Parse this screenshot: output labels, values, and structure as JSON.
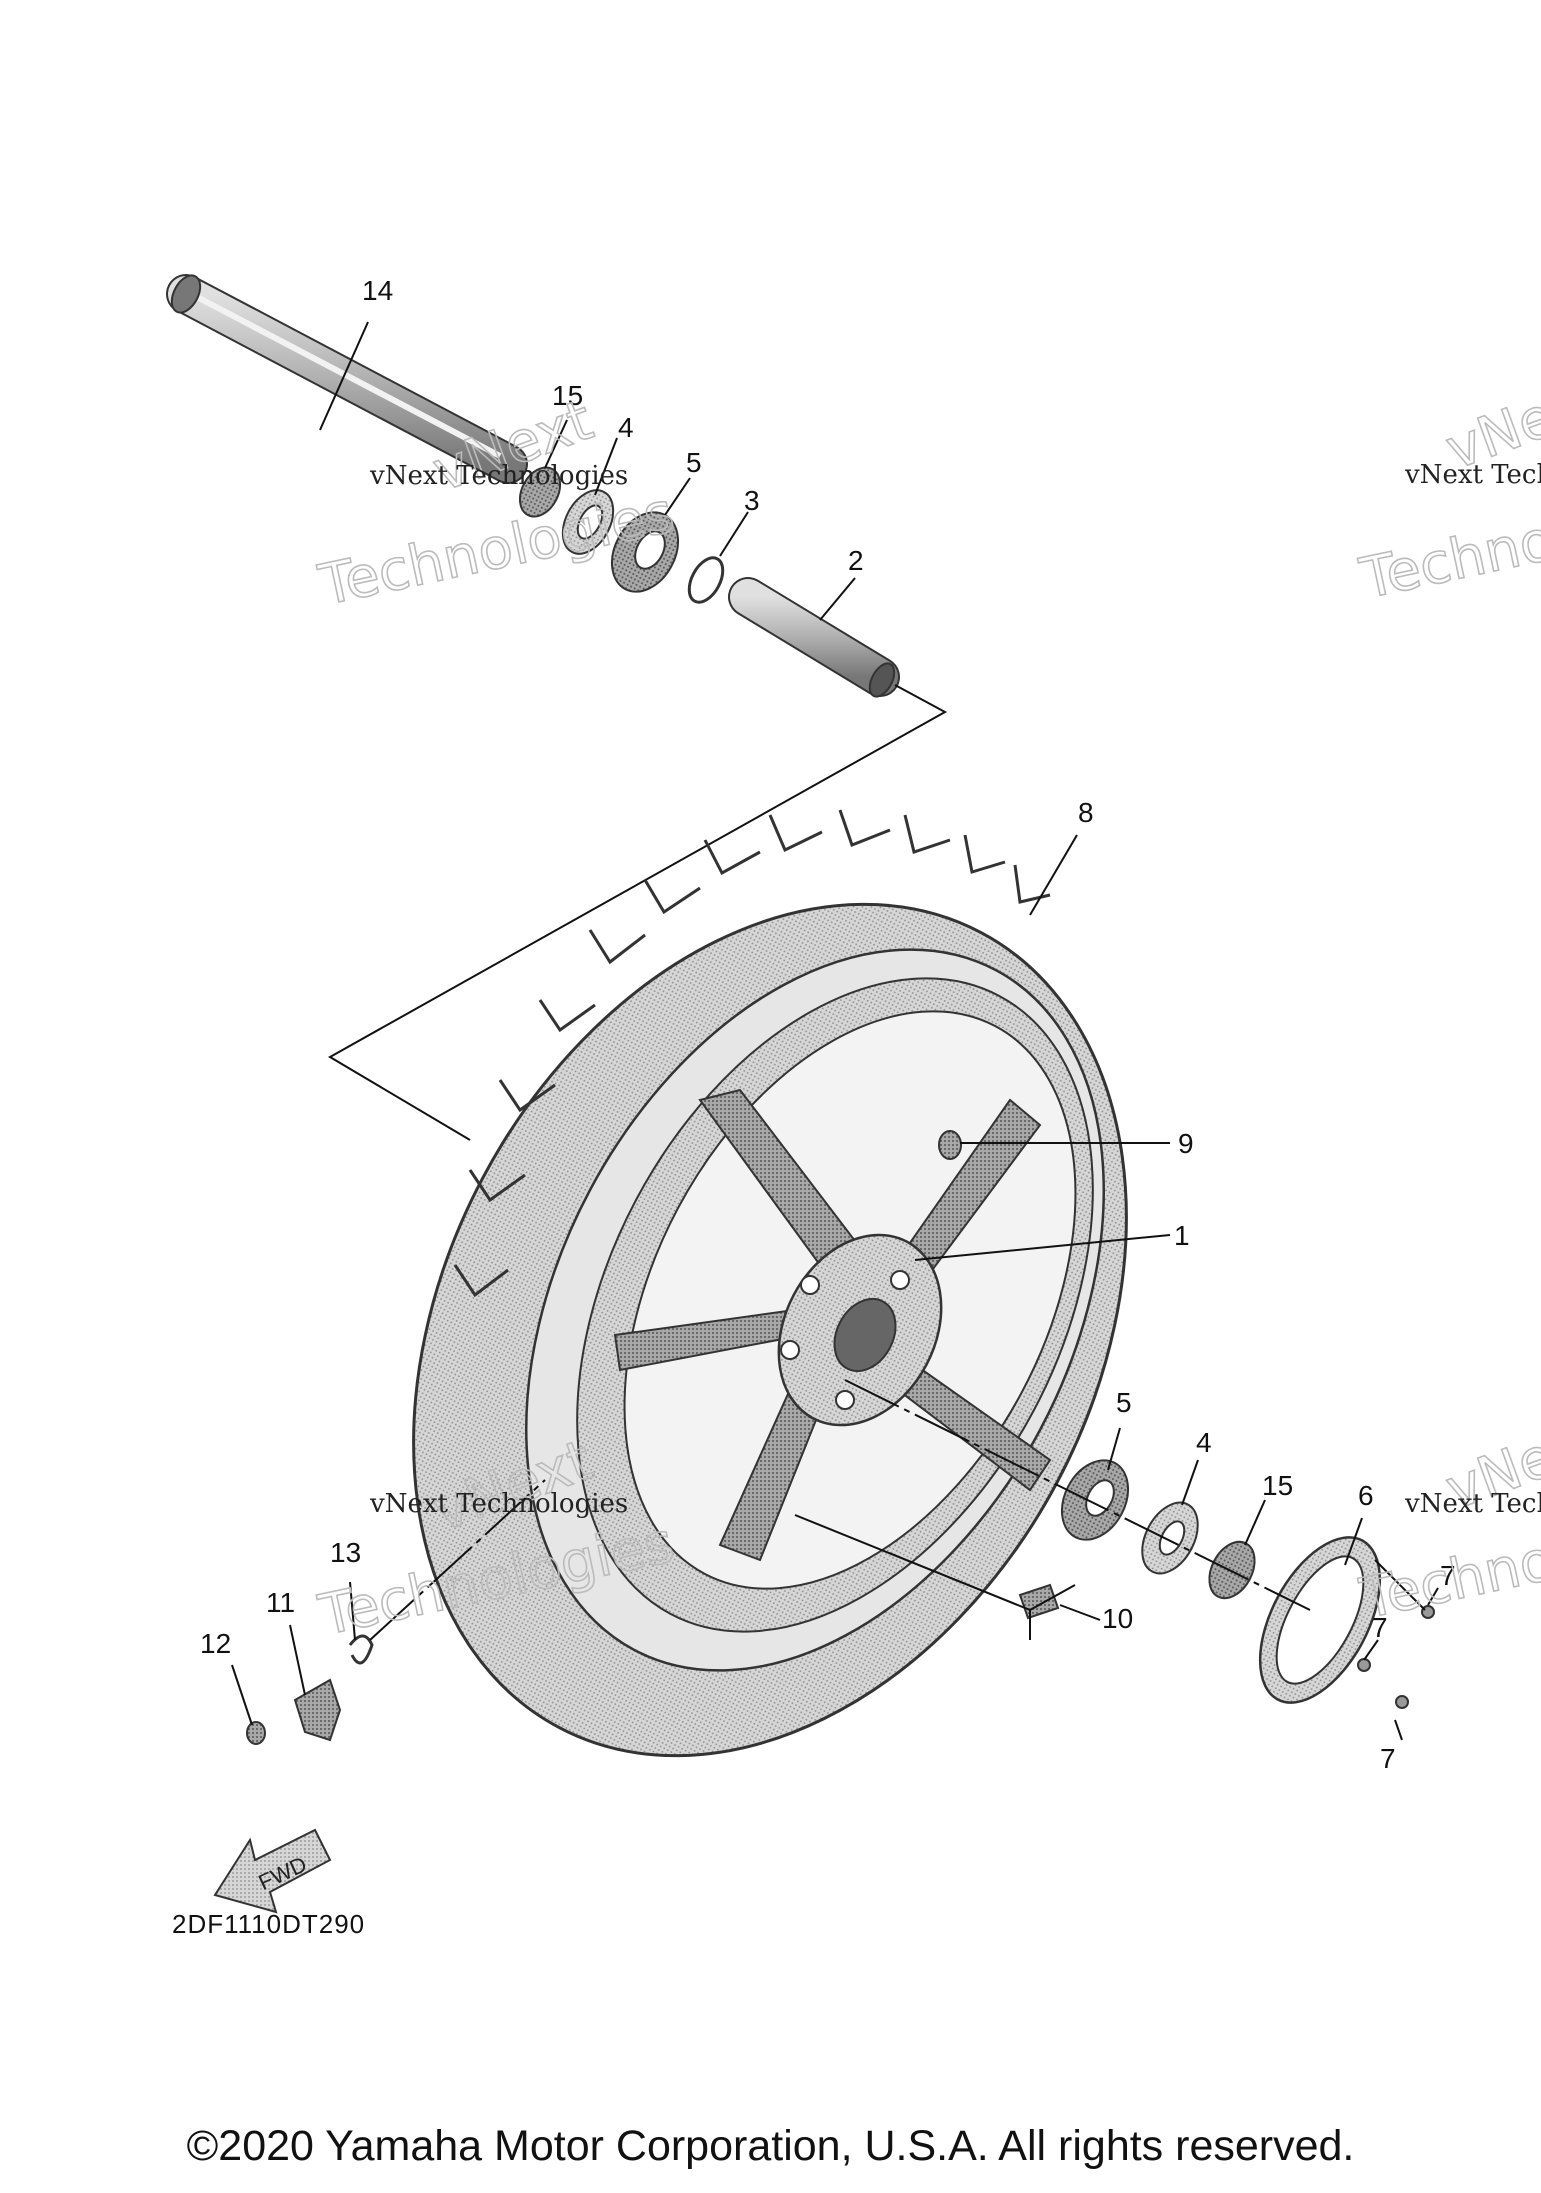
{
  "callouts": {
    "c14": "14",
    "c15a": "15",
    "c4a": "4",
    "c5a": "5",
    "c3": "3",
    "c2": "2",
    "c8": "8",
    "c9": "9",
    "c1": "1",
    "c5b": "5",
    "c4b": "4",
    "c15b": "15",
    "c6": "6",
    "c7a": "7",
    "c7b": "7",
    "c7c": "7",
    "c10": "10",
    "c11": "11",
    "c12": "12",
    "c13": "13"
  },
  "watermark": {
    "line1": "vNext Technologies",
    "line2": "Technologies",
    "vnext": "vNext"
  },
  "fwd_label": "FWD",
  "diagram_code": "2DF1110DT290",
  "copyright": "©2020 Yamaha Motor Corporation, U.S.A. All rights reserved.",
  "colors": {
    "part_fill": "#bdbdbd",
    "tire_fill": "#c8c8c8",
    "dark_fill": "#8a8a8a",
    "line": "#111111"
  }
}
